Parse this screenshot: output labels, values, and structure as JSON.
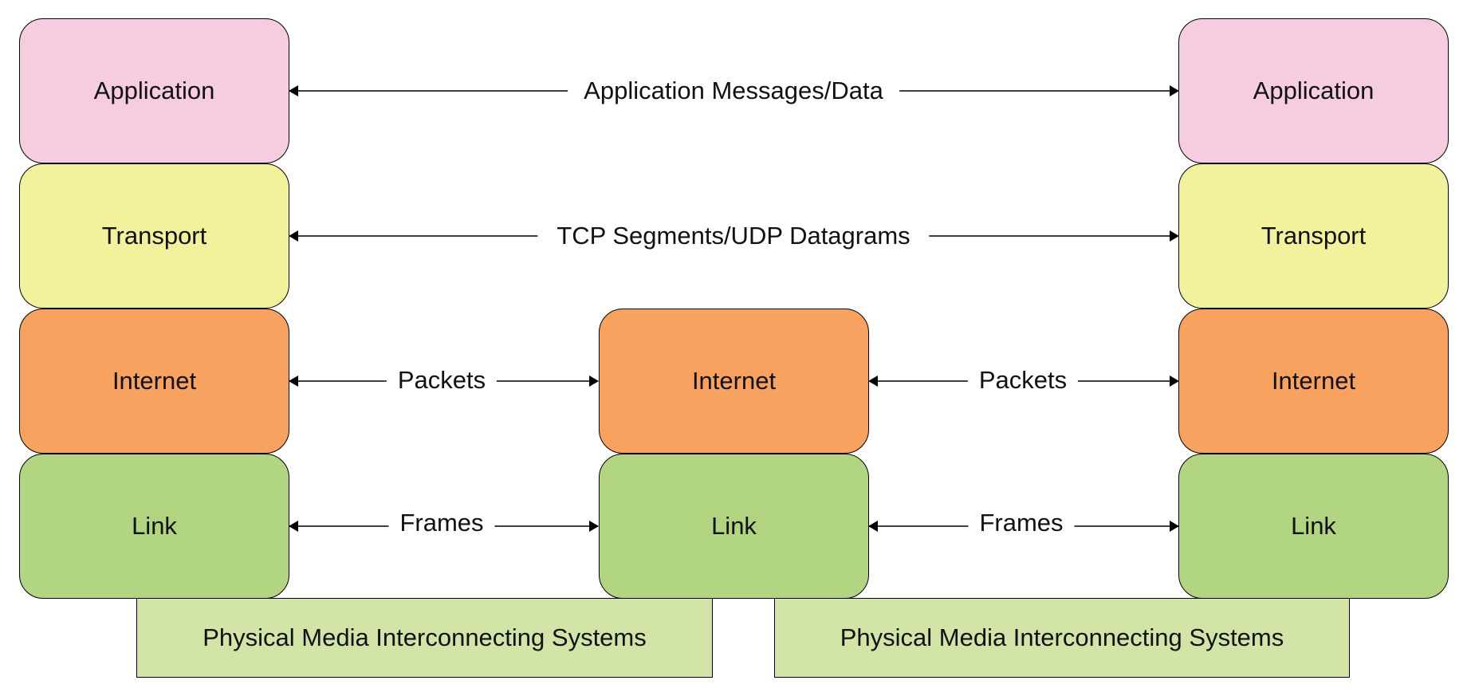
{
  "colors": {
    "application": "#f6cde0",
    "transport": "#f3f29c",
    "internet": "#f7a35f",
    "link": "#b2d582",
    "physical": "#d3e5a6"
  },
  "stacks": {
    "left": {
      "application": "Application",
      "transport": "Transport",
      "internet": "Internet",
      "link": "Link"
    },
    "middle": {
      "internet": "Internet",
      "link": "Link"
    },
    "right": {
      "application": "Application",
      "transport": "Transport",
      "internet": "Internet",
      "link": "Link"
    }
  },
  "connections": {
    "application": "Application Messages/Data",
    "transport": "TCP Segments/UDP Datagrams",
    "packets_left": "Packets",
    "packets_right": "Packets",
    "frames_left": "Frames",
    "frames_right": "Frames"
  },
  "physical": {
    "left": "Physical Media Interconnecting Systems",
    "right": "Physical Media Interconnecting Systems"
  }
}
